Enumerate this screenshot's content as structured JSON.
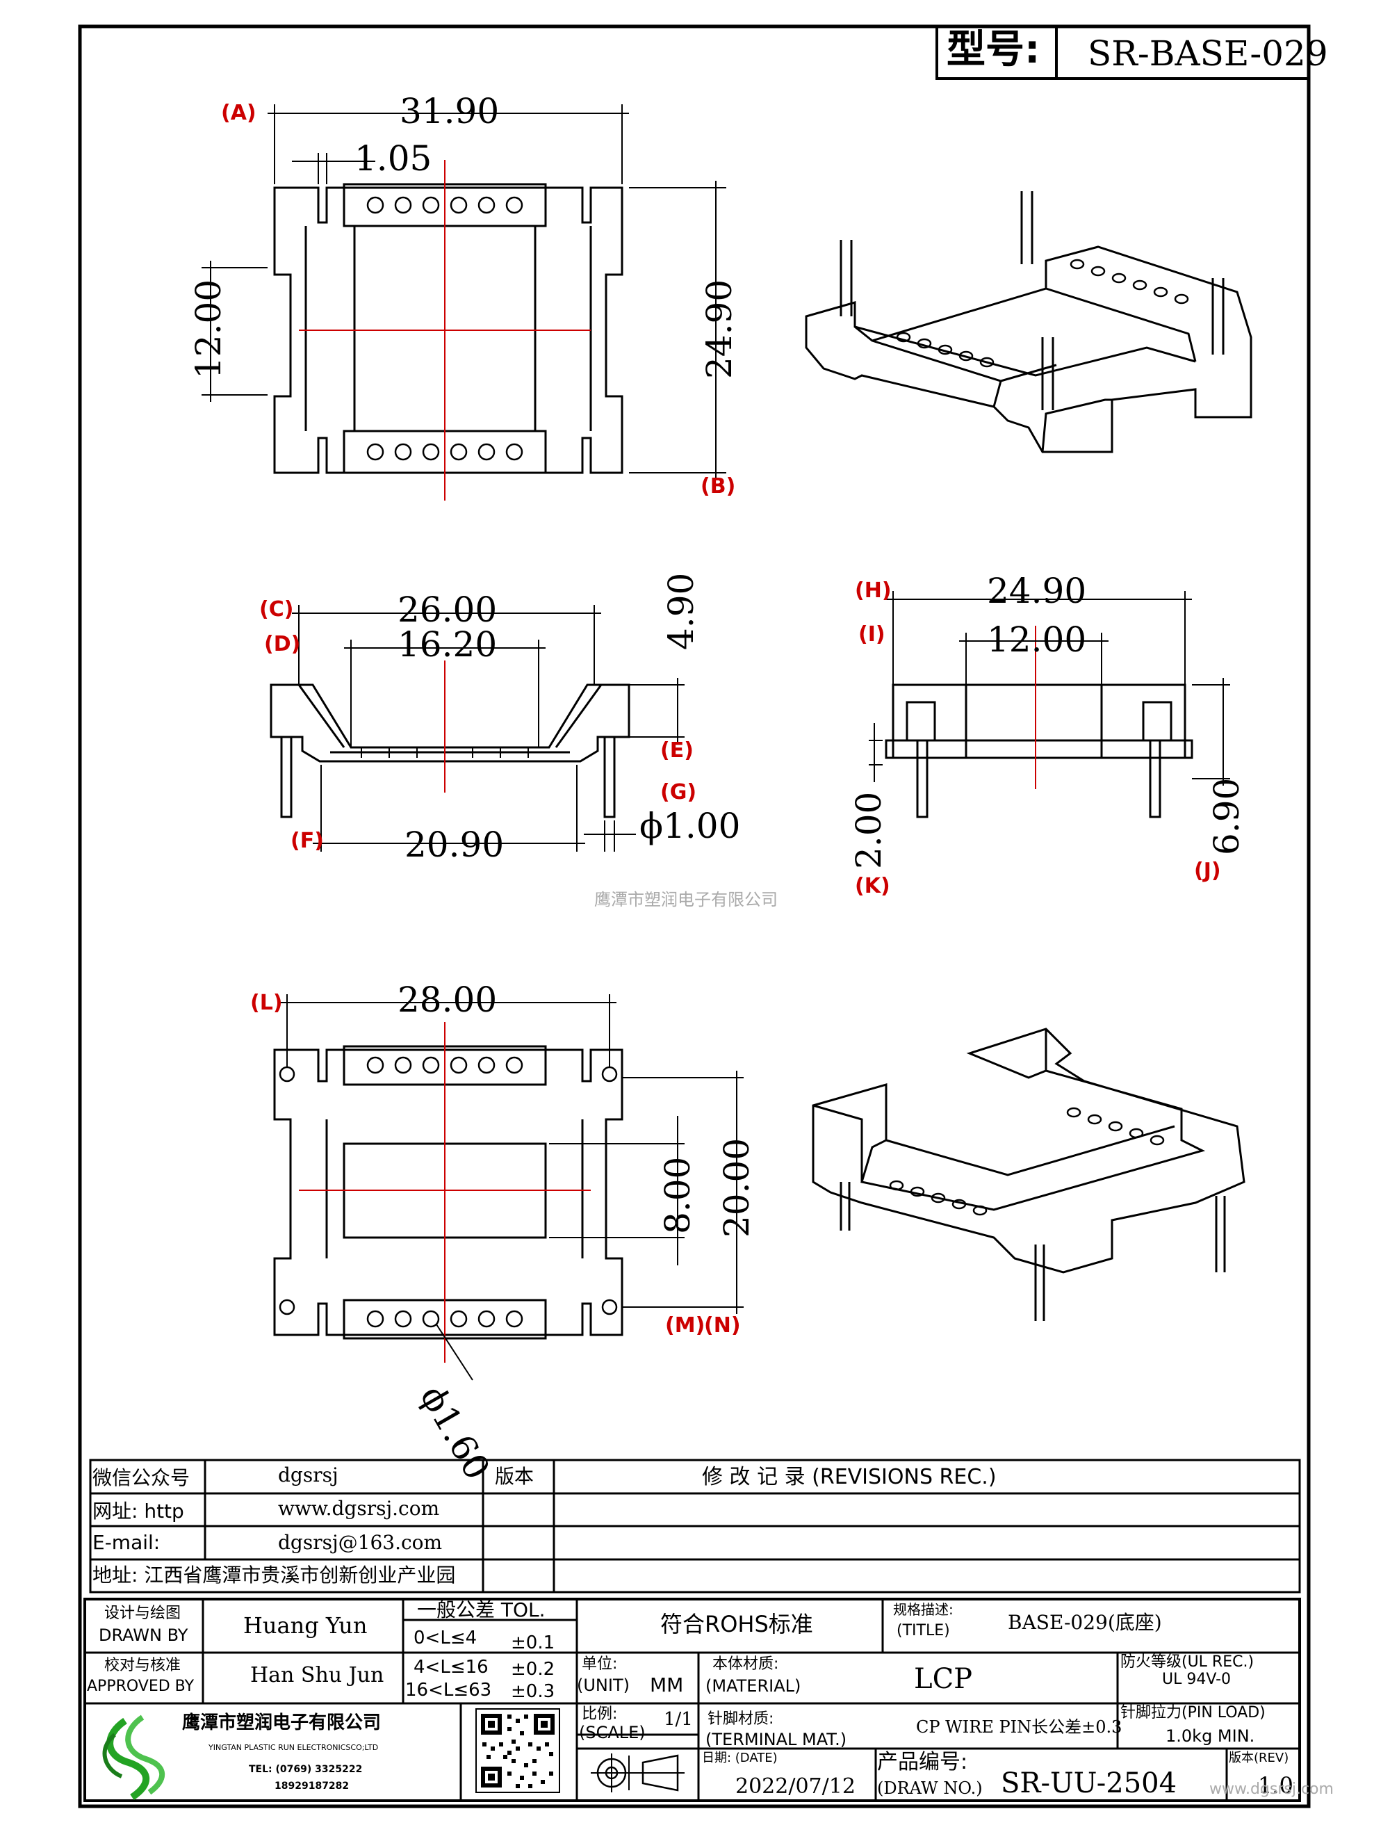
{
  "header": {
    "model_label": "型号:",
    "model_value": "SR-BASE-029"
  },
  "dimensions": {
    "top_width": "31.90",
    "pin_offset": "1.05",
    "side_height": "12.00",
    "overall_length": "24.90",
    "front_outer": "26.00",
    "front_inner": "16.20",
    "front_height": "4.90",
    "front_base": "20.90",
    "pin_dia": "ϕ1.00",
    "side_width": "24.90",
    "side_inner": "12.00",
    "side_pin": "2.00",
    "side_total": "6.90",
    "bottom_width": "28.00",
    "bottom_inner": "8.00",
    "bottom_outer": "20.00",
    "hole_dia": "ϕ1.60"
  },
  "refs": [
    "A",
    "B",
    "C",
    "D",
    "E",
    "F",
    "G",
    "H",
    "I",
    "J",
    "K",
    "L",
    "M",
    "N"
  ],
  "watermark_center": "鹰潭市塑润电子有限公司",
  "watermark_corner": "www.dgsrsj.com",
  "info": {
    "wechat_label": "微信公众号",
    "wechat_value": "dgsrsj",
    "web_label": "网址: http",
    "web_value": "www.dgsrsj.com",
    "email_label": "E-mail:",
    "email_value": "dgsrsj@163.com",
    "address": "地址: 江西省鹰潭市贵溪市创新创业产业园",
    "version_label": "版本",
    "revisions_label": "修 改 记 录  (REVISIONS REC.)"
  },
  "title_block": {
    "drawn_cn": "设计与绘图",
    "drawn_en": "DRAWN BY",
    "drawn_name": "Huang Yun",
    "approved_cn": "校对与核准",
    "approved_en": "APPROVED BY",
    "approved_name": "Han Shu Jun",
    "tol_title": "一般公差 TOL.",
    "tol_rows": [
      {
        "range": "0<L≤4",
        "value": "±0.1"
      },
      {
        "range": "4<L≤16",
        "value": "±0.2"
      },
      {
        "range": "16<L≤63",
        "value": "±0.3"
      }
    ],
    "rohs": "符合ROHS标准",
    "title_cn": "规格描述:",
    "title_en": "(TITLE)",
    "title_value": "BASE-029(底座)",
    "unit_cn": "单位:",
    "unit_en": "(UNIT)",
    "unit_value": "MM",
    "material_cn": "本体材质:",
    "material_en": "(MATERIAL)",
    "material_value": "LCP",
    "fire_cn": "防火等级(UL REC.)",
    "fire_value": "UL 94V-0",
    "scale_cn": "比例:",
    "scale_en": "(SCALE)",
    "scale_value": "1/1",
    "terminal_cn": "针脚材质:",
    "terminal_en": "(TERMINAL MAT.)",
    "terminal_value": "CP WIRE  PIN长公差±0.3",
    "pinload_cn": "针脚拉力(PIN LOAD)",
    "pinload_value": "1.0kg MIN.",
    "company_cn": "鹰潭市塑润电子有限公司",
    "company_en": "YINGTAN PLASTIC RUN ELECTRONICSCO;LTD",
    "tel": "TEL: (0769) 3325222",
    "phone": "18929187282",
    "date_label": "日期: (DATE)",
    "date_value": "2022/07/12",
    "drawno_cn": "产品编号:",
    "drawno_en": "(DRAW NO.)",
    "drawno_value": "SR-UU-2504",
    "rev_label": "版本(REV)",
    "rev_value": "1.0"
  }
}
